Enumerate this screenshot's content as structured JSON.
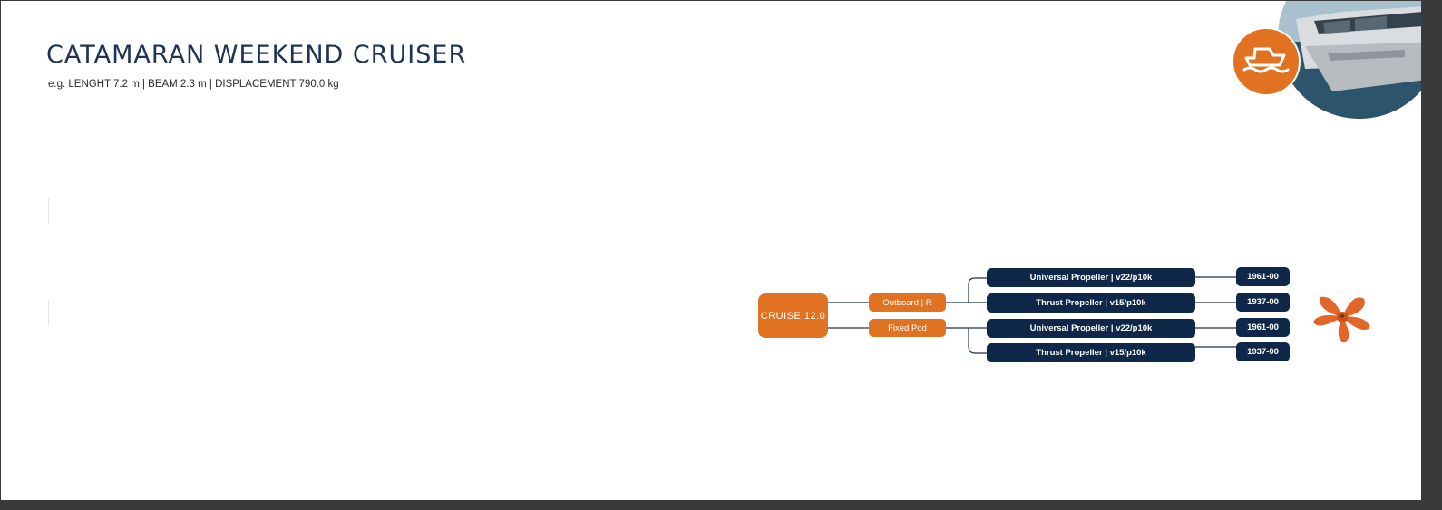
{
  "header": {
    "title": "CATAMARAN WEEKEND CRUISER",
    "specs": "e.g. LENGHT 7.2 m | BEAM 2.3 m | DISPLACEMENT 790.0 kg"
  },
  "badge": {
    "icon": "boat-icon",
    "color": "#e07221"
  },
  "diagram": {
    "root": {
      "label": "CRUISE 12.0"
    },
    "mounts": [
      {
        "label": "Outboard | R",
        "propellers": [
          {
            "label": "Universal Propeller | v22/p10k",
            "code": "1961-00"
          },
          {
            "label": "Thrust Propeller | v15/p10k",
            "code": "1937-00"
          }
        ]
      },
      {
        "label": "Fixed Pod",
        "propellers": [
          {
            "label": "Universal Propeller | v22/p10k",
            "code": "1961-00"
          },
          {
            "label": "Thrust Propeller | v15/p10k",
            "code": "1937-00"
          }
        ]
      }
    ],
    "colors": {
      "orange": "#e07221",
      "navy": "#0f2849",
      "line": "#1c3356"
    }
  }
}
